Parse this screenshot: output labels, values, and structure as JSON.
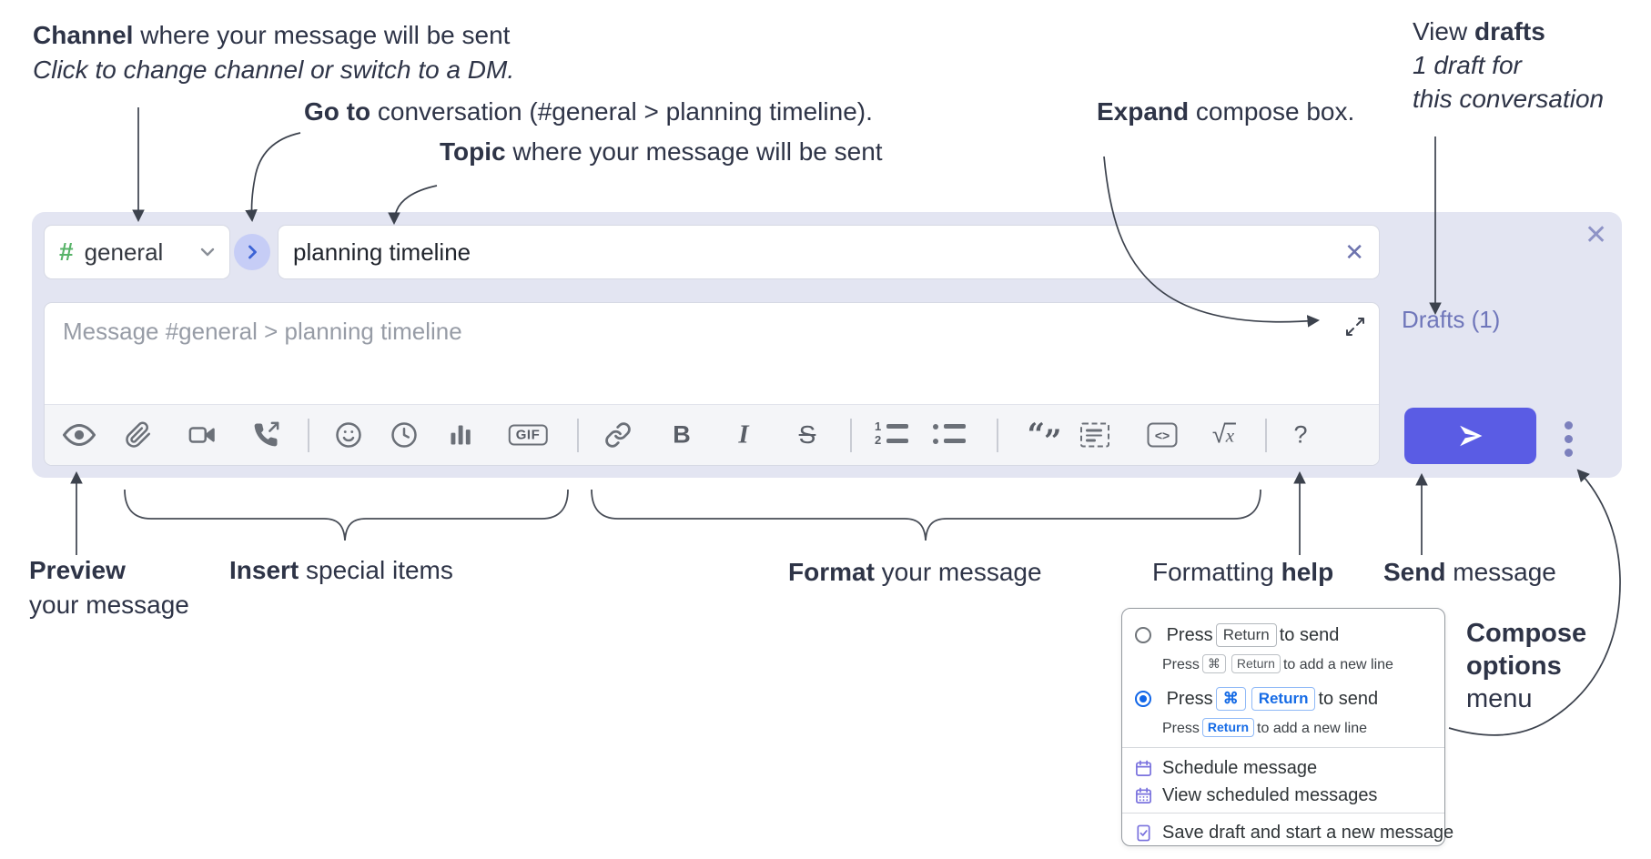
{
  "annotations": {
    "channel_bold": "Channel",
    "channel_rest": " where your message will be sent",
    "channel_italic": "Click to change channel or switch to a DM.",
    "goto_bold": "Go to",
    "goto_rest": " conversation (#general > planning timeline).",
    "topic_bold": "Topic",
    "topic_rest": " where your message will be sent",
    "expand_bold": "Expand",
    "expand_rest": " compose box.",
    "drafts_view": "View ",
    "drafts_bold": "drafts",
    "drafts_line2": "1 draft for",
    "drafts_line3": "this conversation",
    "preview_bold": "Preview",
    "preview_line2": "your message",
    "insert_bold": "Insert",
    "insert_rest": " special items",
    "format_bold": "Format",
    "format_rest": " your message",
    "help_regular": "Formatting ",
    "help_bold": "help",
    "send_bold": "Send",
    "send_rest": " message",
    "compose_line1": "Compose",
    "compose_line2": "options",
    "compose_line3": "menu"
  },
  "compose": {
    "channel_hash": "#",
    "channel_name": "general",
    "topic_value": "planning timeline",
    "topic_clear": "✕",
    "close": "✕",
    "drafts_link": "Drafts (1)",
    "placeholder": "Message #general > planning timeline"
  },
  "toolbar": {
    "bold": "B",
    "italic": "I",
    "strike": "S",
    "gif": "GIF",
    "ol1": "1",
    "ol2": "2",
    "quote1": "“",
    "quote2": "”",
    "code": "<>",
    "sqrt": "√",
    "math_x": "x",
    "help": "?"
  },
  "menu": {
    "opt1_press": "Press",
    "opt1_key": "Return",
    "opt1_suffix": "to send",
    "opt1_sub_press": "Press",
    "opt1_sub_key1": "⌘",
    "opt1_sub_key2": "Return",
    "opt1_sub_suffix": "to add a new line",
    "opt2_press": "Press",
    "opt2_key1": "⌘",
    "opt2_key2": "Return",
    "opt2_suffix": "to send",
    "opt2_sub_press": "Press",
    "opt2_sub_key": "Return",
    "opt2_sub_suffix": "to add a new line",
    "item_schedule": "Schedule message",
    "item_view_scheduled": "View scheduled messages",
    "item_save_draft": "Save draft and start a new message"
  },
  "colors": {
    "accent": "#5a5ce4",
    "panel_bg": "#e3e5f2",
    "link_purple": "#6f76ba",
    "hash_green": "#57b368",
    "key_blue": "#176ce6",
    "menu_icon_purple": "#7a72de"
  }
}
